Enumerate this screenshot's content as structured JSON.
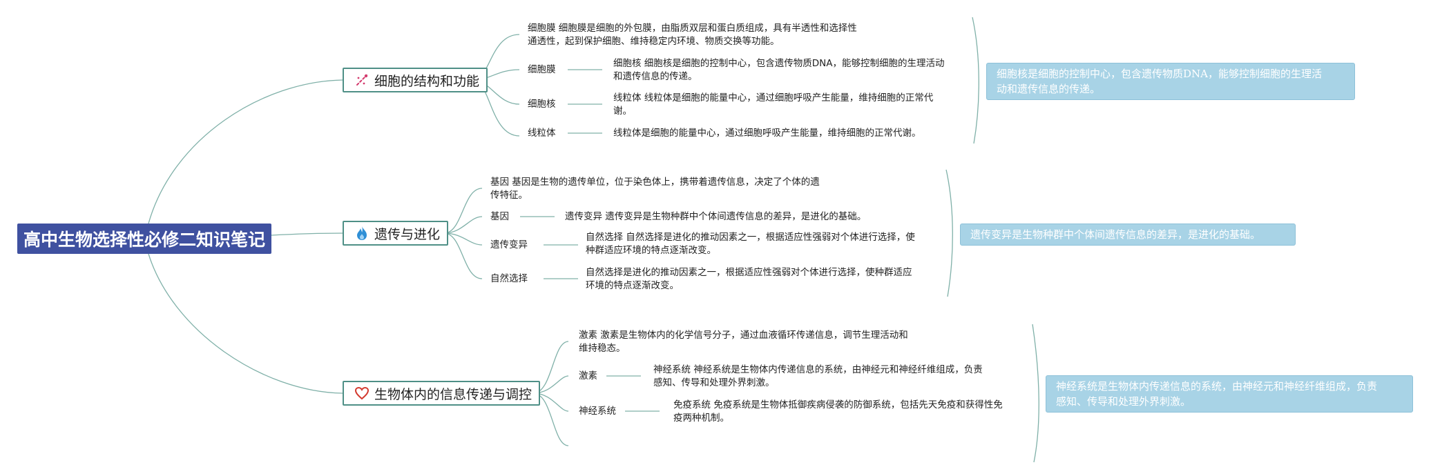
{
  "root": {
    "title": "高中生物选择性必修二知识笔记"
  },
  "branches": [
    {
      "title": "细胞的结构和功能",
      "icon": "sparkle-icon",
      "intro": [
        "细胞膜 细胞膜是细胞的外包膜，由脂质双层和蛋白质组成，具有半透性和选择性",
        "通透性，起到保护细胞、维持稳定内环境、物质交换等功能。"
      ],
      "rows": [
        {
          "label": "细胞膜",
          "text": [
            "细胞核 细胞核是细胞的控制中心，包含遗传物质DNA，能够控制细胞的生理活动",
            "和遗传信息的传递。"
          ]
        },
        {
          "label": "细胞核",
          "text": [
            "线粒体 线粒体是细胞的能量中心，通过细胞呼吸产生能量，维持细胞的正常代",
            "谢。"
          ]
        },
        {
          "label": "线粒体",
          "text": [
            "线粒体是细胞的能量中心，通过细胞呼吸产生能量，维持细胞的正常代谢。"
          ]
        }
      ],
      "summary": [
        "细胞核是细胞的控制中心，包含遗传物质DNA，能够控制细胞的生理活",
        "动和遗传信息的传递。"
      ]
    },
    {
      "title": "遗传与进化",
      "icon": "flame-icon",
      "intro": [
        "基因 基因是生物的遗传单位，位于染色体上，携带着遗传信息，决定了个体的遗",
        "传特征。"
      ],
      "rows": [
        {
          "label": "基因",
          "text": [
            "遗传变异 遗传变异是生物种群中个体间遗传信息的差异，是进化的基础。"
          ]
        },
        {
          "label": "遗传变异",
          "text": [
            "自然选择 自然选择是进化的推动因素之一，根据适应性强弱对个体进行选择，使",
            "种群适应环境的特点逐渐改变。"
          ]
        },
        {
          "label": "自然选择",
          "text": [
            "自然选择是进化的推动因素之一，根据适应性强弱对个体进行选择，使种群适应",
            "环境的特点逐渐改变。"
          ]
        }
      ],
      "summary": [
        "遗传变异是生物种群中个体间遗传信息的差异，是进化的基础。"
      ]
    },
    {
      "title": "生物体内的信息传递与调控",
      "icon": "heart-icon",
      "intro": [
        "激素 激素是生物体内的化学信号分子，通过血液循环传递信息，调节生理活动和",
        "维持稳态。"
      ],
      "rows": [
        {
          "label": "激素",
          "text": [
            "神经系统 神经系统是生物体内传递信息的系统，由神经元和神经纤维组成，负责",
            "感知、传导和处理外界刺激。"
          ]
        },
        {
          "label": "神经系统",
          "text": [
            "免疫系统 免疫系统是生物体抵御疾病侵袭的防御系统，包括先天免疫和获得性免",
            "疫两种机制。"
          ]
        }
      ],
      "summary": [
        "神经系统是生物体内传递信息的系统，由神经元和神经纤维组成，负责",
        "感知、传导和处理外界刺激。"
      ]
    }
  ]
}
